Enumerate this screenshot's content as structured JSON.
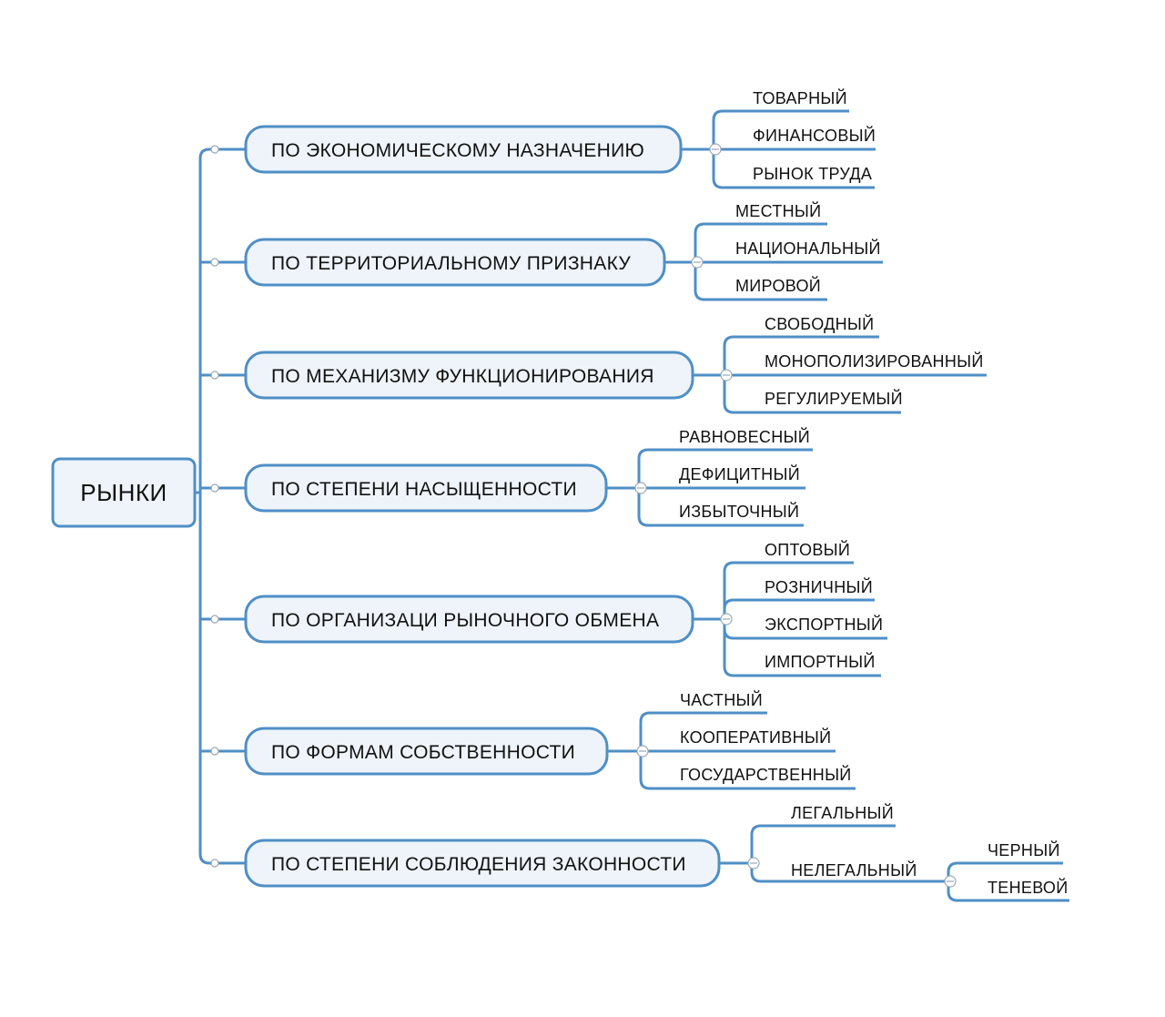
{
  "root": {
    "label": "РЫНКИ"
  },
  "branches": [
    {
      "label": "ПО ЭКОНОМИЧЕСКОМУ НАЗНАЧЕНИЮ",
      "children": [
        {
          "label": "ТОВАРНЫЙ"
        },
        {
          "label": "ФИНАНСОВЫЙ"
        },
        {
          "label": "РЫНОК ТРУДА"
        }
      ]
    },
    {
      "label": "ПО ТЕРРИТОРИАЛЬНОМУ ПРИЗНАКУ",
      "children": [
        {
          "label": "МЕСТНЫЙ"
        },
        {
          "label": "НАЦИОНАЛЬНЫЙ"
        },
        {
          "label": "МИРОВОЙ"
        }
      ]
    },
    {
      "label": "ПО МЕХАНИЗМУ ФУНКЦИОНИРОВАНИЯ",
      "children": [
        {
          "label": "СВОБОДНЫЙ"
        },
        {
          "label": "МОНОПОЛИЗИРОВАННЫЙ"
        },
        {
          "label": "РЕГУЛИРУЕМЫЙ"
        }
      ]
    },
    {
      "label": "ПО СТЕПЕНИ НАСЫЩЕННОСТИ",
      "children": [
        {
          "label": "РАВНОВЕСНЫЙ"
        },
        {
          "label": "ДЕФИЦИТНЫЙ"
        },
        {
          "label": "ИЗБЫТОЧНЫЙ"
        }
      ]
    },
    {
      "label": "ПО ОРГАНИЗАЦИ РЫНОЧНОГО ОБМЕНА",
      "children": [
        {
          "label": "ОПТОВЫЙ"
        },
        {
          "label": "РОЗНИЧНЫЙ"
        },
        {
          "label": "ЭКСПОРТНЫЙ"
        },
        {
          "label": "ИМПОРТНЫЙ"
        }
      ]
    },
    {
      "label": "ПО ФОРМАМ СОБСТВЕННОСТИ",
      "children": [
        {
          "label": "ЧАСТНЫЙ"
        },
        {
          "label": "КООПЕРАТИВНЫЙ"
        },
        {
          "label": "ГОСУДАРСТВЕННЫЙ"
        }
      ]
    },
    {
      "label": "ПО СТЕПЕНИ СОБЛЮДЕНИЯ ЗАКОННОСТИ",
      "children": [
        {
          "label": "ЛЕГАЛЬНЫЙ"
        },
        {
          "label": "НЕЛЕГАЛЬНЫЙ",
          "children": [
            {
              "label": "ЧЕРНЫЙ"
            },
            {
              "label": "ТЕНЕВОЙ"
            }
          ]
        }
      ]
    }
  ],
  "colors": {
    "line": "#4f8fc6",
    "box_fill": "#eef4fa",
    "text": "#111111",
    "toggle": "#9aa9b5"
  }
}
